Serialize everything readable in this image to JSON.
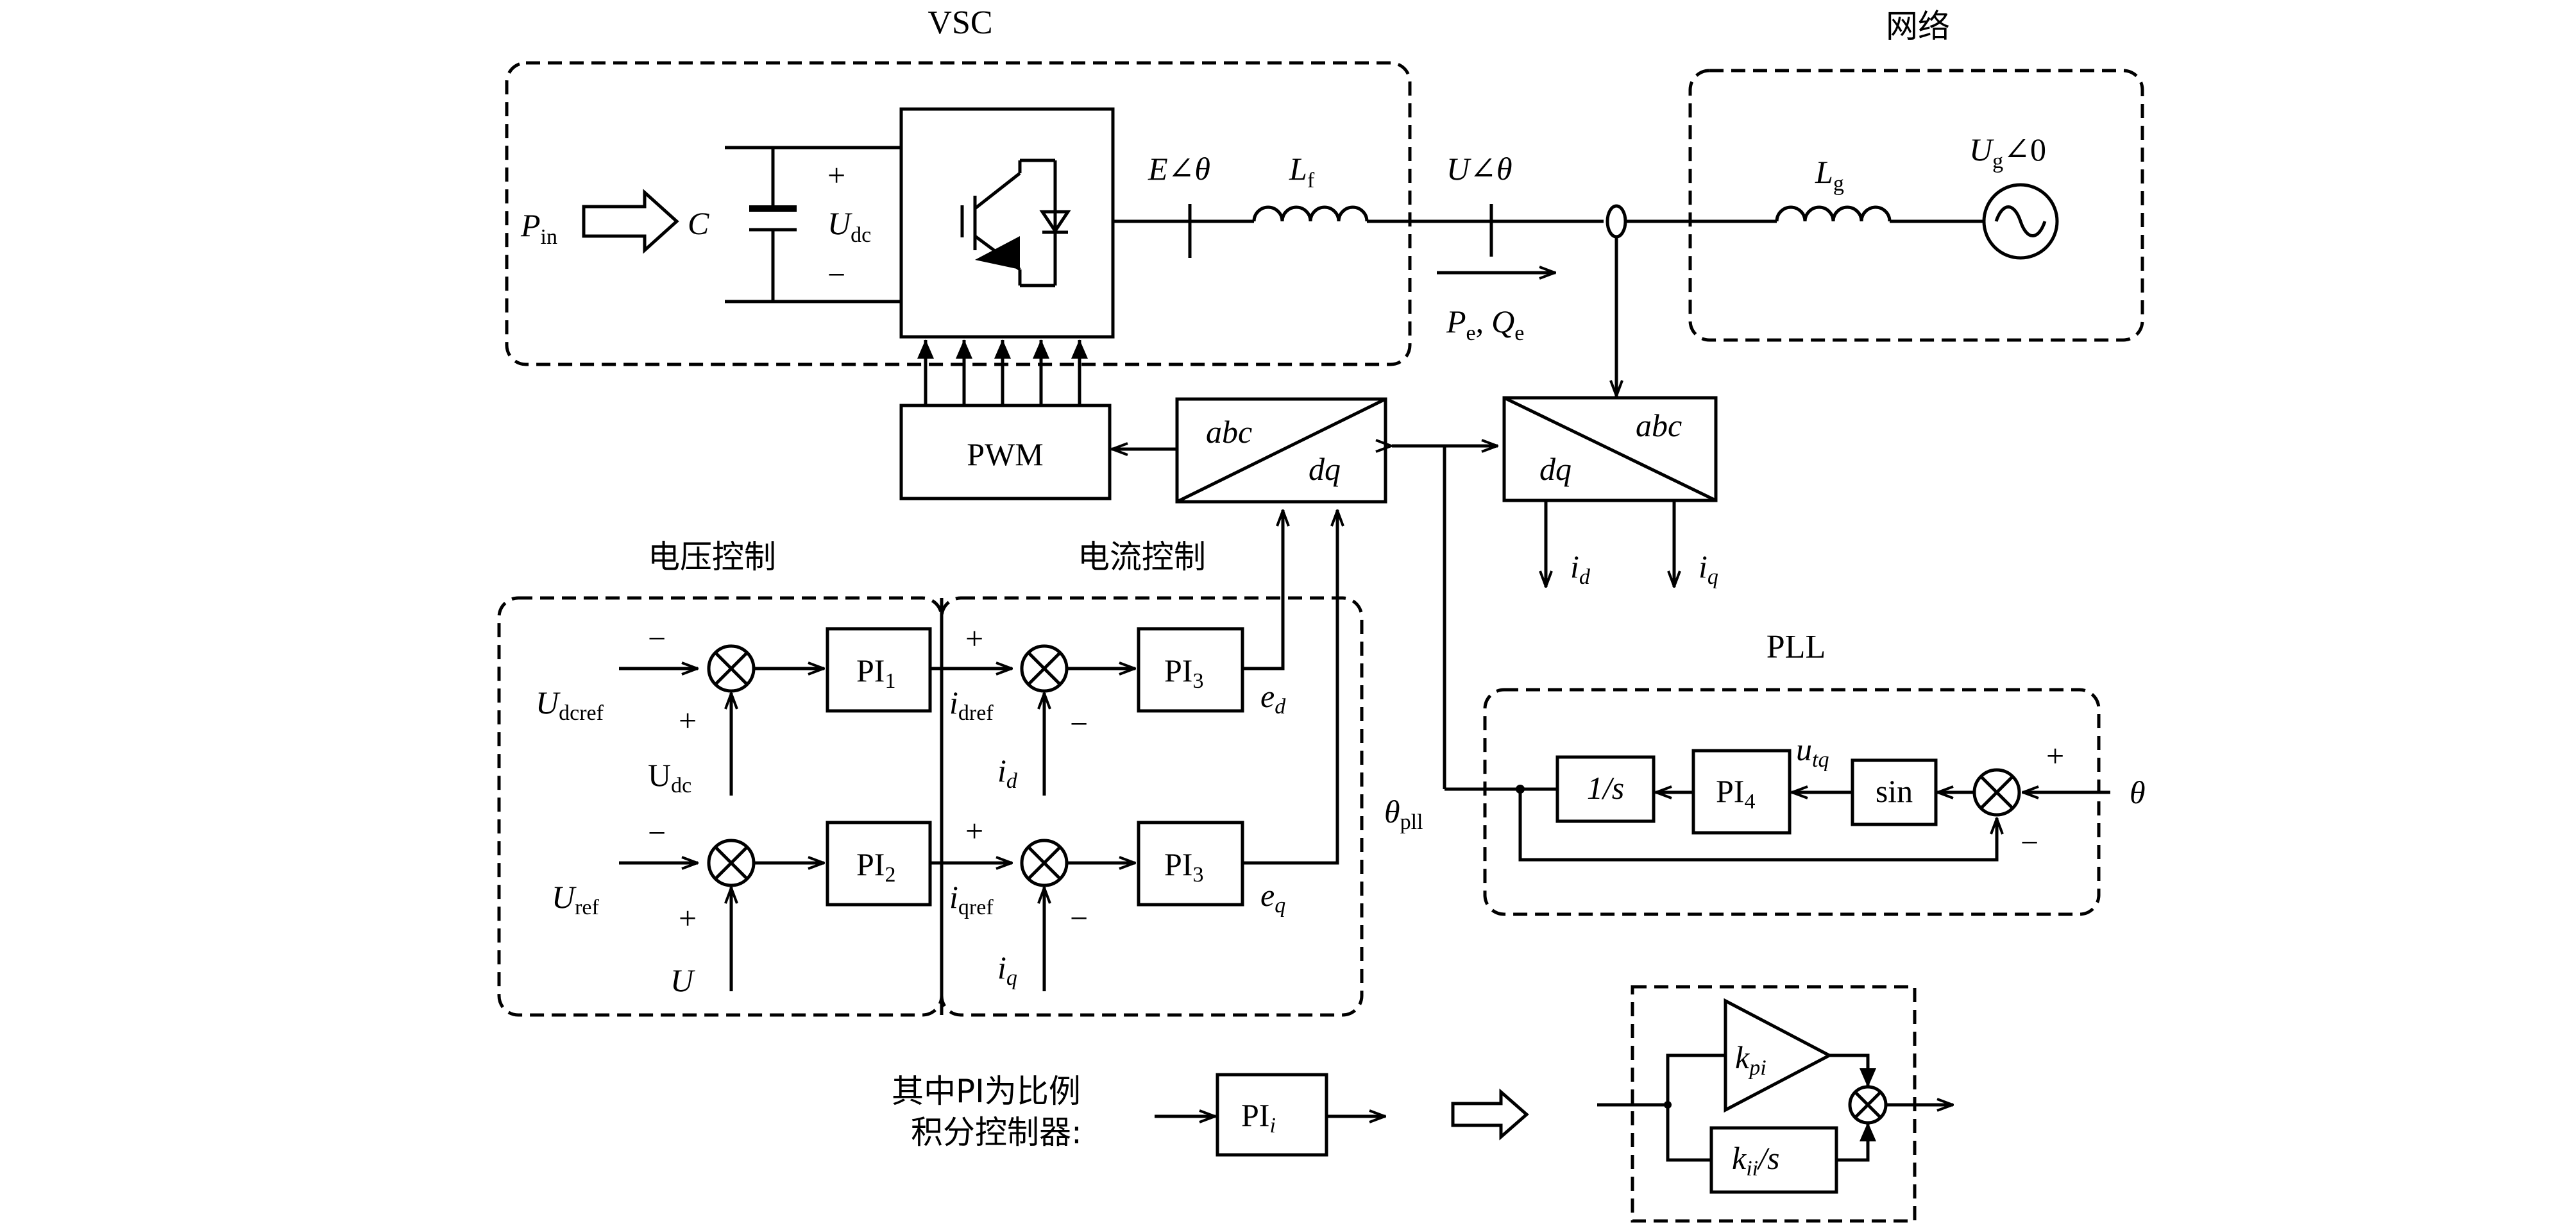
{
  "titles": {
    "vsc": "VSC",
    "network": "网络",
    "voltage_control": "电压控制",
    "current_control": "电流控制",
    "pll": "PLL"
  },
  "blocks": {
    "pwm": "PWM",
    "abc": "abc",
    "dq": "dq",
    "pi": "PI",
    "pi1_sub": "1",
    "pi2_sub": "2",
    "pi3_sub": "3",
    "pi4_sub": "4",
    "integrator": "1/s",
    "sin": "sin",
    "pii_sub": "i",
    "kp": "k",
    "kp_sub": "pi",
    "ki": "k",
    "ki_sub": "ii",
    "ki_tail": "/s"
  },
  "labels": {
    "p": "P",
    "p_in_sub": "in",
    "c": "C",
    "u": "U",
    "dc_sub": "dc",
    "plus": "+",
    "minus": "−",
    "e_angle": "E∠θ",
    "l": "L",
    "lf_sub": "f",
    "u_angle": "U∠θ",
    "pe_sub": "e",
    "comma": ",",
    "q": "Q",
    "qe_sub": "e",
    "lg_sub": "g",
    "ug_sub": "g",
    "angle_zero": "∠0",
    "i": "i",
    "d_sub": "d",
    "q_sub": "q",
    "dcref_sub": "dcref",
    "ref_sub": "ref",
    "dref_sub": "dref",
    "qref_sub": "qref",
    "e": "e",
    "theta": "θ",
    "pll_sub": "pll",
    "utq_main": "u",
    "utq_sub": "tq",
    "uplain": "U"
  },
  "note": {
    "line1": "其中PI为比例",
    "line2": "积分控制器:"
  }
}
